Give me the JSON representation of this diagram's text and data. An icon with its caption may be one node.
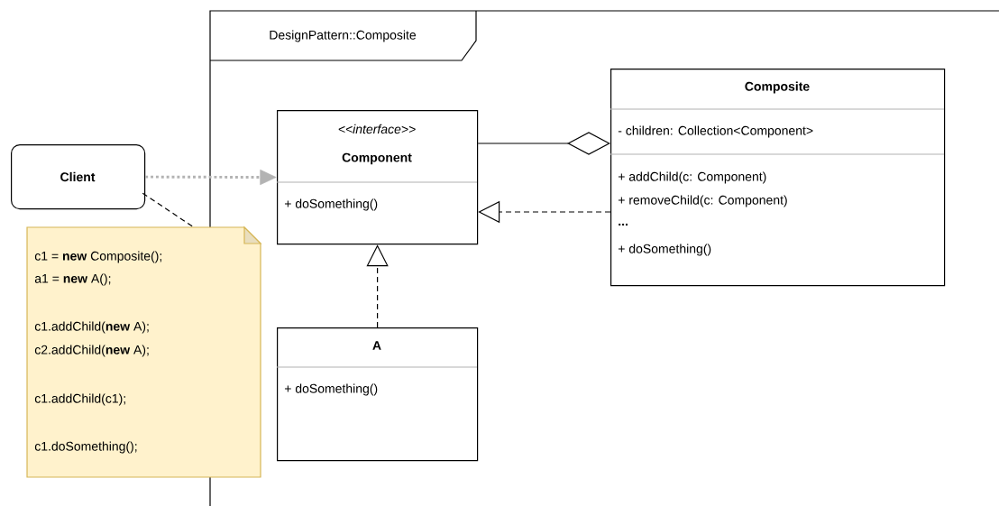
{
  "diagram": {
    "nodes": [
      {
        "text": [
          "DesignPattern::Composite"
        ]
      },
      {
        "text": [
          "Client"
        ]
      },
      {
        "text": [
          "c1 = **new** Composite();",
          "a1 = **new** A();",
          "c1.addChild(**new** A);",
          "c2.addChild(**new** A);",
          "c1.addChild(c1);",
          "c1.doSomething();"
        ]
      },
      {
        "text": [
          "<<interface>>",
          "Component",
          "+ doSomething()"
        ],
        "in": 0
      },
      {
        "text": [
          "Composite",
          "- children: Collection<Component>",
          "+ addChild(c: Component)",
          "+ removeChild(c: Component)",
          "...",
          "+ doSomething()"
        ],
        "in": 0
      },
      {
        "text": [
          "A",
          "+ doSomething()"
        ],
        "in": 0
      }
    ],
    "edges": [
      {
        "from": 1,
        "to": 3,
        "arrow": "to",
        "style": "dashed",
        "color": "#b3b3b3"
      },
      {
        "from": 1,
        "to": 2,
        "arrow": "none",
        "style": "dashed"
      },
      {
        "from": 3,
        "to": 4,
        "arrow": "other"
      },
      {
        "from": 4,
        "to": 3,
        "arrow": "to",
        "style": "dashed"
      },
      {
        "from": 5,
        "to": 3,
        "arrow": "to",
        "style": "dashed"
      }
    ]
  }
}
